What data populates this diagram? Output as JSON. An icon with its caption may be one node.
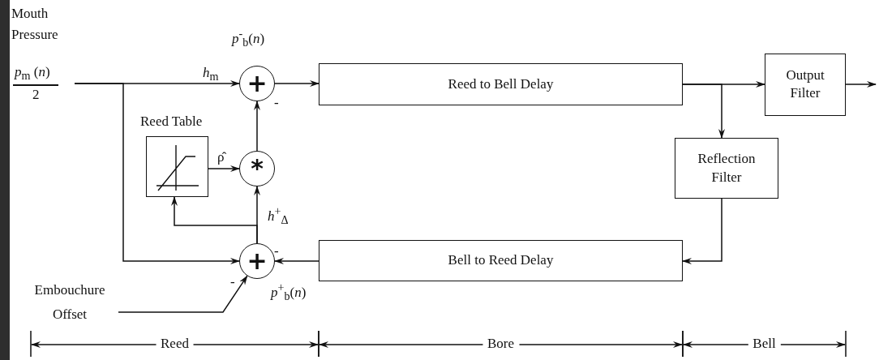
{
  "diagram": {
    "nodes": [
      {
        "text": [
          "Mouth Pressure",
          "*p*$_{m}$ (*n*)",
          "2"
        ]
      },
      {
        "text": [
          "+"
        ],
        "beside": [
          "*p*$^{-}$$_{b}$(*n*)",
          "-"
        ]
      },
      {
        "text": [
          "Reed Table"
        ]
      },
      {
        "text": [
          "*"
        ]
      },
      {
        "text": [
          "+"
        ],
        "beside": [
          "-",
          "-",
          "*p*$^{+}$$_{b}$(*n*)"
        ]
      },
      {
        "text": [
          "Reed to Bell Delay"
        ]
      },
      {
        "text": [
          "Output Filter"
        ]
      },
      {
        "text": [
          "Reflection Filter"
        ]
      },
      {
        "text": [
          "Bell to Reed Delay"
        ]
      },
      {
        "text": [
          "Embouchure Offset"
        ]
      }
    ],
    "edges": [
      {
        "from": 0,
        "to": 1,
        "arrow": "to",
        "label": "*h*$_{m}$"
      },
      {
        "from": 0,
        "to": 4,
        "arrow": "to"
      },
      {
        "from": 1,
        "to": 5,
        "arrow": "to"
      },
      {
        "from": 3,
        "to": 1,
        "arrow": "to"
      },
      {
        "from": 2,
        "to": 3,
        "arrow": "to",
        "label": "ρ̂"
      },
      {
        "from": 4,
        "to": 3,
        "arrow": "to",
        "label": "*h*$^{+}$$_{Δ}$"
      },
      {
        "from": 4,
        "to": 2,
        "arrow": "to"
      },
      {
        "from": 5,
        "to": 6,
        "arrow": "to"
      },
      {
        "from": 5,
        "to": 7,
        "arrow": "to"
      },
      {
        "from": 6,
        "to": null,
        "arrow": "to"
      },
      {
        "from": 7,
        "to": 8,
        "arrow": "to"
      },
      {
        "from": 8,
        "to": 4,
        "arrow": "to"
      },
      {
        "from": 9,
        "to": 4,
        "arrow": "to"
      }
    ],
    "labels": [
      "Reed",
      "Bore",
      "Bell"
    ]
  }
}
